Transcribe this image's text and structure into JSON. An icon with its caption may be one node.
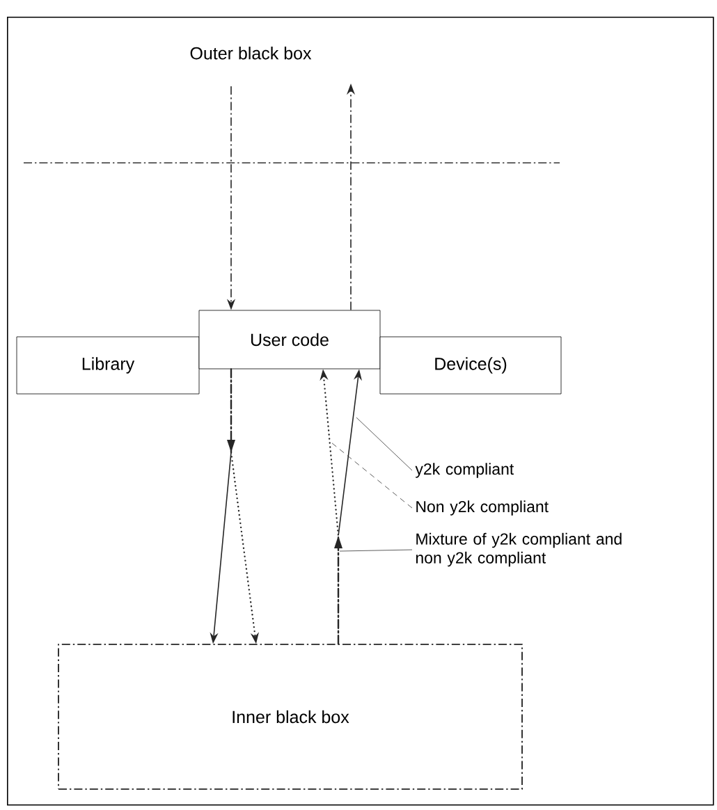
{
  "diagram": {
    "nodes": [
      {
        "text": [
          "Outer black box"
        ]
      },
      {
        "text": [
          "Library"
        ],
        "in": 0
      },
      {
        "text": [
          "User code"
        ],
        "in": 0
      },
      {
        "text": [
          "Device(s)"
        ],
        "in": 0
      },
      {
        "text": [
          "Inner black box"
        ],
        "in": 0
      },
      {
        "text": [
          "y2k compliant"
        ],
        "in": 0
      },
      {
        "text": [
          "Non y2k compliant"
        ],
        "in": 0
      },
      {
        "text": [
          "Mixture of y2k compliant and non y2k compliant"
        ],
        "in": 0
      }
    ],
    "edges": [
      {
        "from": null,
        "to": 2,
        "arrow": "to",
        "style": "dashed"
      },
      {
        "from": 2,
        "to": null,
        "arrow": "to",
        "style": "dashed"
      },
      {
        "from": 2,
        "to": 4,
        "arrow": "to",
        "style": "dashed"
      },
      {
        "from": 2,
        "to": 4,
        "arrow": "to",
        "style": "dashed"
      },
      {
        "from": 4,
        "to": 2,
        "arrow": "to",
        "style": "dashed"
      },
      {
        "from": 4,
        "to": 2,
        "arrow": "to",
        "style": "dashed"
      },
      {
        "from": 5,
        "to": null,
        "arrow": "none"
      },
      {
        "from": 6,
        "to": null,
        "arrow": "none",
        "style": "dashed"
      },
      {
        "from": 7,
        "to": null,
        "arrow": "none"
      }
    ]
  }
}
